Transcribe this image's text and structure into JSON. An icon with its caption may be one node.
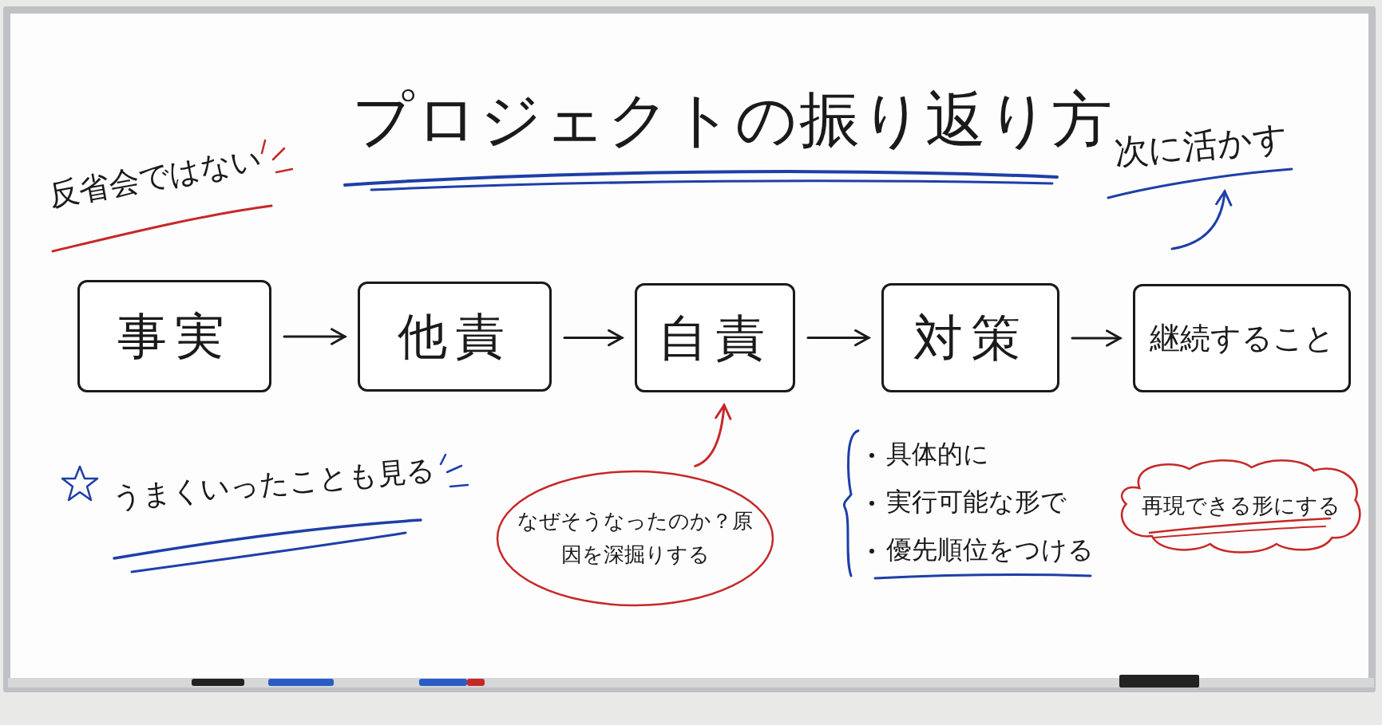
{
  "diagram": {
    "title": "プロジェクトの振り返り方",
    "nodes": [
      {
        "text": [
          "事実"
        ]
      },
      {
        "text": [
          "他責"
        ]
      },
      {
        "text": [
          "自責"
        ]
      },
      {
        "text": [
          "対策"
        ]
      },
      {
        "text": [
          "継続すること"
        ]
      },
      {
        "text": [
          "なぜそうなったのか？原因を深掘りする"
        ]
      },
      {
        "text": [
          "再現できる形にする"
        ]
      },
      {
        "text": [
          "次に活かす"
        ]
      }
    ],
    "edges": [
      {
        "from": 0,
        "to": 1,
        "arrow": "to"
      },
      {
        "from": 1,
        "to": 2,
        "arrow": "to"
      },
      {
        "from": 2,
        "to": 3,
        "arrow": "to"
      },
      {
        "from": 3,
        "to": 4,
        "arrow": "to"
      },
      {
        "from": 5,
        "to": 2,
        "arrow": "to",
        "color": "#c62828"
      },
      {
        "from": null,
        "to": 7,
        "arrow": "to",
        "color": "#1e3fa8"
      }
    ],
    "labels": [
      "反省会ではない",
      "うまくいったことも見る",
      "具体的に",
      "実行可能な形で",
      "優先順位をつける"
    ]
  }
}
